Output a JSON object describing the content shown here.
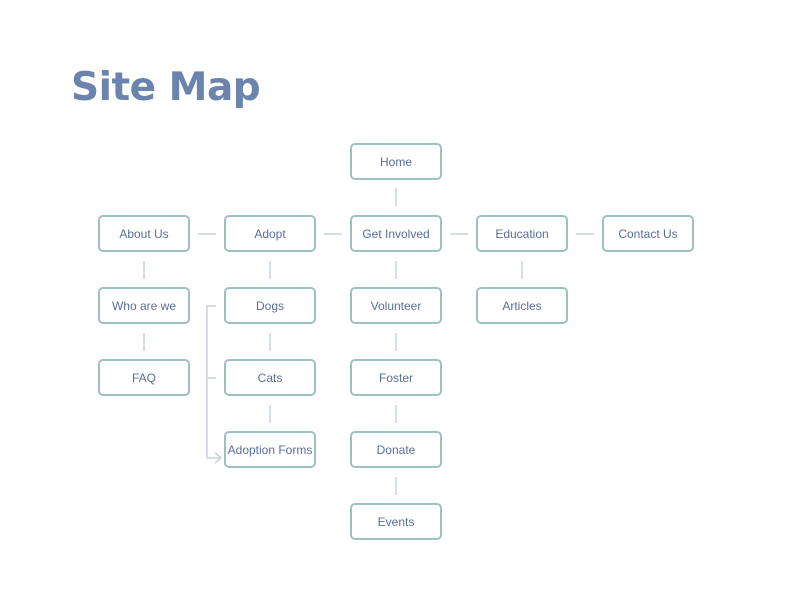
{
  "title": "Site Map",
  "nodes": {
    "home": "Home",
    "about_us": "About Us",
    "adopt": "Adopt",
    "get_involved": "Get Involved",
    "education": "Education",
    "contact_us": "Contact Us",
    "who_are_we": "Who are we",
    "faq": "FAQ",
    "dogs": "Dogs",
    "cats": "Cats",
    "adoption_forms": "Adoption Forms",
    "volunteer": "Volunteer",
    "foster": "Foster",
    "donate": "Donate",
    "events": "Events",
    "articles": "Articles"
  },
  "colors": {
    "title": "#6b84ad",
    "node_border": "#9cc2c0",
    "node_text": "#5a6e96",
    "connector": "#c8d2dc"
  }
}
